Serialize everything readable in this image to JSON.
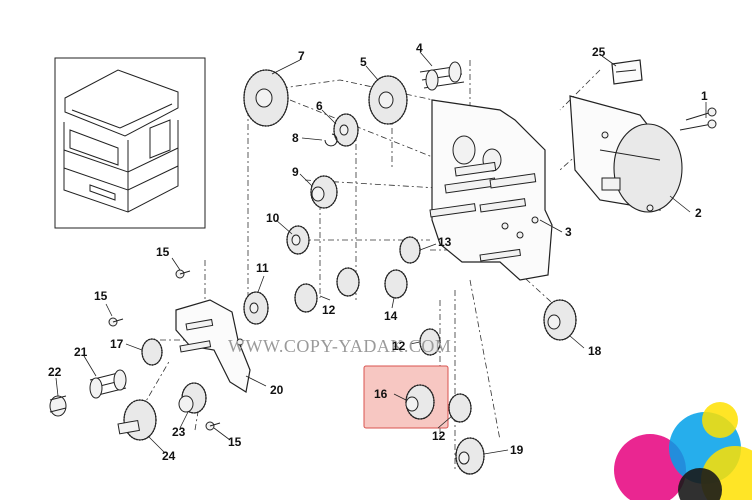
{
  "watermark": "WWW.COPY-YADAK.COM",
  "highlight_color": "#f7c7c2",
  "highlight_border": "#d9534f",
  "parts": [
    {
      "num": "1"
    },
    {
      "num": "2"
    },
    {
      "num": "3"
    },
    {
      "num": "4"
    },
    {
      "num": "5"
    },
    {
      "num": "6"
    },
    {
      "num": "7"
    },
    {
      "num": "8"
    },
    {
      "num": "9"
    },
    {
      "num": "10"
    },
    {
      "num": "11"
    },
    {
      "num": "12"
    },
    {
      "num": "13"
    },
    {
      "num": "14"
    },
    {
      "num": "15"
    },
    {
      "num": "16"
    },
    {
      "num": "17"
    },
    {
      "num": "18"
    },
    {
      "num": "19"
    },
    {
      "num": "20"
    },
    {
      "num": "21"
    },
    {
      "num": "22"
    },
    {
      "num": "23"
    },
    {
      "num": "24"
    },
    {
      "num": "25"
    }
  ],
  "repeat_labels": {
    "twelve_a": "12",
    "twelve_b": "12",
    "twelve_c": "12",
    "fifteen_b": "15",
    "fifteen_c": "15"
  },
  "logo_colors": [
    "#e6007e",
    "#00a0e9",
    "#ffe100",
    "#1a1a1a"
  ]
}
